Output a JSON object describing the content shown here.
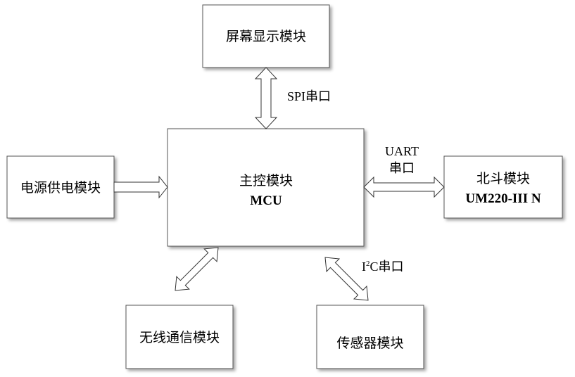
{
  "diagram": {
    "modules": {
      "display": "屏幕显示模块",
      "mcu_title": "主控模块",
      "mcu_subtitle": "MCU",
      "power": "电源供电模块",
      "beidou_title": "北斗模块",
      "beidou_subtitle": "UM220-III N",
      "wireless": "无线通信模块",
      "sensor": "传感器模块"
    },
    "connections": {
      "spi": "SPI串口",
      "uart_line1": "UART",
      "uart_line2": "串口",
      "i2c_prefix": "I",
      "i2c_sup": "2",
      "i2c_suffix": "C串口"
    }
  }
}
